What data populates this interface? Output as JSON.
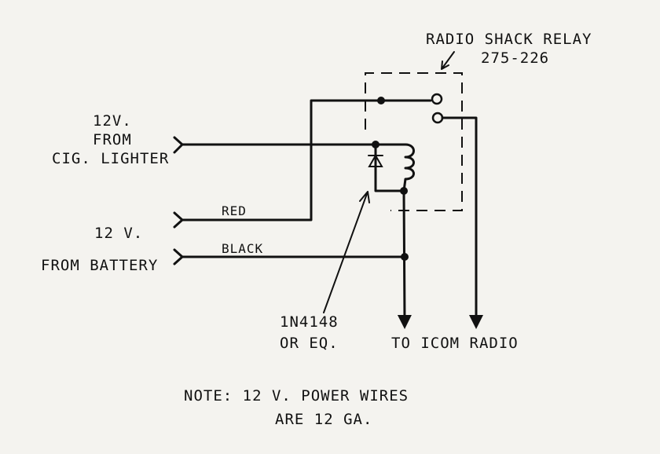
{
  "relay": {
    "label_line1": "RADIO SHACK RELAY",
    "label_line2": "275-226"
  },
  "inputs": {
    "cig_line1": "12V.",
    "cig_line2": "FROM",
    "cig_line3": "CIG. LIGHTER",
    "battery_line1": "12 V.",
    "battery_line2": "FROM BATTERY"
  },
  "wires": {
    "red": "RED",
    "black": "BLACK"
  },
  "diode": {
    "line1": "1N4148",
    "line2": "OR EQ."
  },
  "output": "TO ICOM RADIO",
  "note": {
    "line1": "NOTE:  12 V. POWER WIRES",
    "line2": "ARE  12 GA."
  }
}
